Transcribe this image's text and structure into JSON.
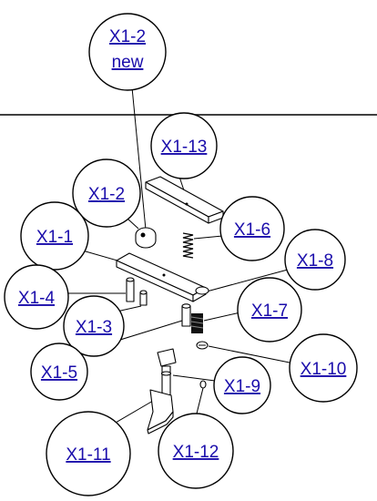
{
  "callouts": {
    "x1_2_new": {
      "line1": "X1-2",
      "line2": "new"
    },
    "x1_13": "X1-13",
    "x1_2": "X1-2",
    "x1_6": "X1-6",
    "x1_1": "X1-1",
    "x1_8": "X1-8",
    "x1_4": "X1-4",
    "x1_7": "X1-7",
    "x1_3": "X1-3",
    "x1_5": "X1-5",
    "x1_10": "X1-10",
    "x1_9": "X1-9",
    "x1_11": "X1-11",
    "x1_12": "X1-12"
  }
}
